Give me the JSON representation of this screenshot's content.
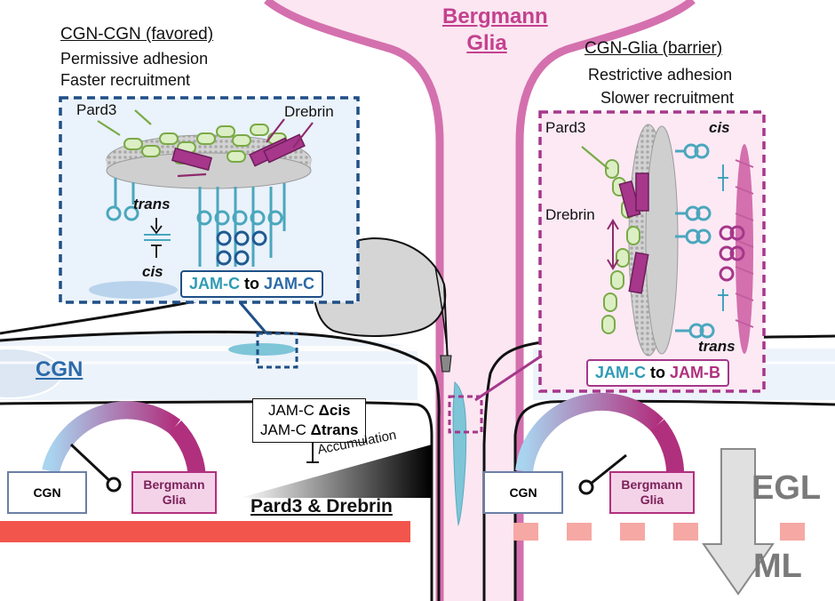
{
  "top": {
    "bergmann_glia": [
      "Bergmann",
      "Glia"
    ]
  },
  "left_panel": {
    "title": "CGN-CGN (favored)",
    "line1": "Permissive adhesion",
    "line2": "Faster recruitment",
    "pard3": "Pard3",
    "drebrin": "Drebrin",
    "trans": "trans",
    "cis": "cis",
    "jam_a": "JAM-C",
    "to": "to",
    "jam_b": "JAM-C"
  },
  "right_panel": {
    "title": "CGN-Glia (barrier)",
    "line1": "Restrictive adhesion",
    "line2": "Slower recruitment",
    "pard3": "Pard3",
    "drebrin": "Drebrin",
    "cis": "cis",
    "trans": "trans",
    "jam_a": "JAM-C",
    "to": "to",
    "jam_b": "JAM-B"
  },
  "cgn_label": "CGN",
  "mutants": {
    "line1_a": "JAM-C ",
    "line1_b": "Δcis",
    "line2_a": "JAM-C ",
    "line2_b": "Δtrans"
  },
  "accumulation": "Accumulation",
  "pard3_drebrin": "Pard3 & Drebrin",
  "gauge_left": {
    "cgn": "CGN",
    "bg": [
      "Bergmann",
      "Glia"
    ]
  },
  "gauge_right": {
    "cgn": "CGN",
    "bg": [
      "Bergmann",
      "Glia"
    ]
  },
  "layers": {
    "egl": "EGL",
    "ml": "ML"
  },
  "colors": {
    "glia": "#d470ae",
    "cgn_blue": "#2b6aa8",
    "jam_teal": "#2f9bb5",
    "magenta": "#a6378b",
    "red_band": "#f2554c"
  }
}
